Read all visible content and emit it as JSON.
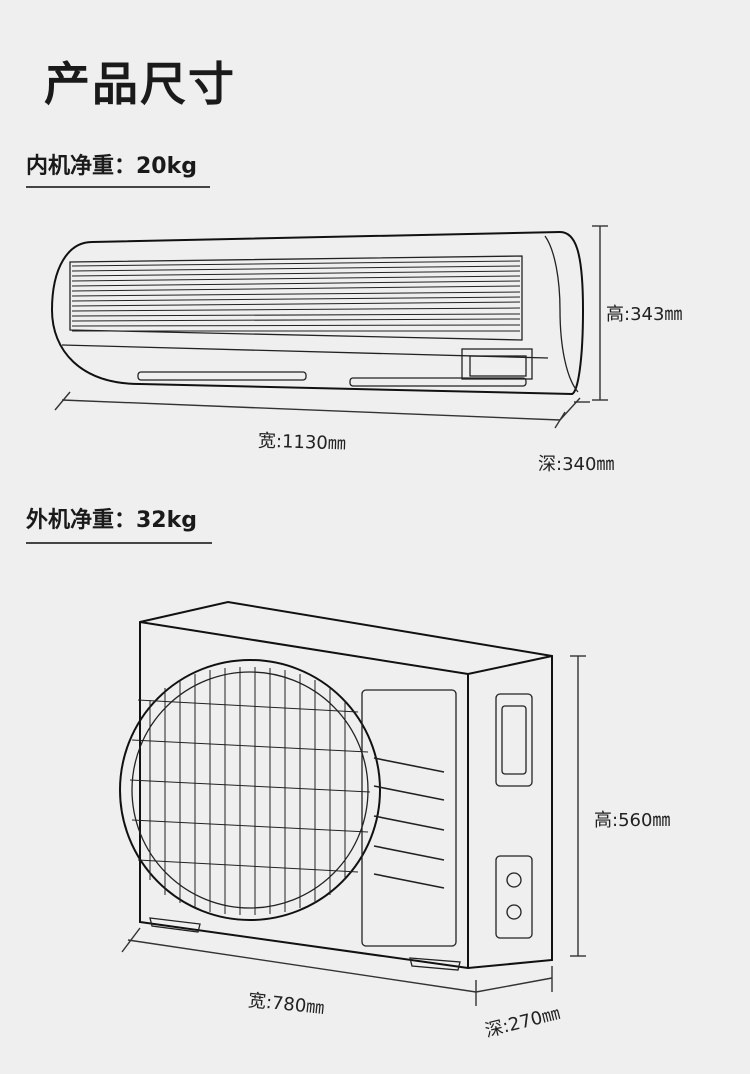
{
  "page_title": "产品尺寸",
  "indoor": {
    "weight_label": "内机净重：20kg",
    "height": "高:343㎜",
    "width": "宽:1130㎜",
    "depth": "深:340㎜"
  },
  "outdoor": {
    "weight_label": "外机净重：32kg",
    "height": "高:560㎜",
    "width": "宽:780㎜",
    "depth": "深:270㎜"
  }
}
